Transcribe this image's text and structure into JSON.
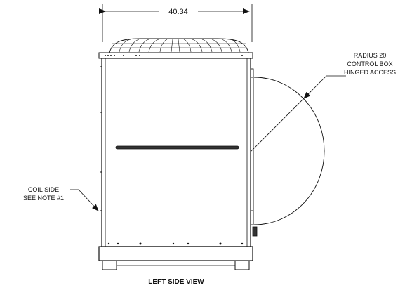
{
  "drawing": {
    "view_title": "LEFT SIDE VIEW",
    "width_dimension": "40.34",
    "callout_radius": {
      "lines": [
        "RADIUS 20",
        "CONTROL BOX",
        "HINGED ACCESS"
      ]
    },
    "callout_coil": {
      "lines": [
        "COIL SIDE",
        "SEE NOTE #1"
      ]
    }
  }
}
